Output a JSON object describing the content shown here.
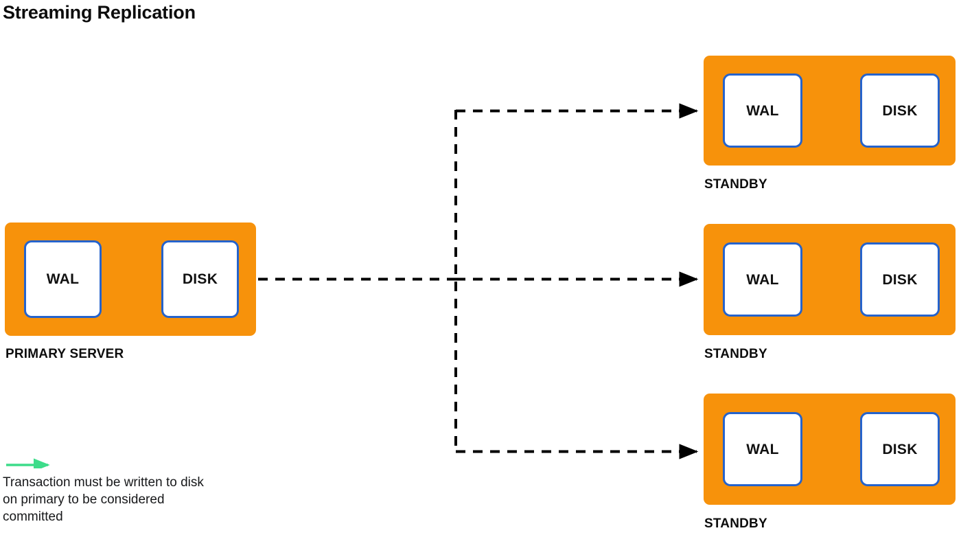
{
  "title": "Streaming Replication",
  "colors": {
    "server_fill": "#f7920b",
    "node_border": "#2563cc",
    "node_fill": "#ffffff",
    "sync_arrow": "#3ddc8a",
    "replication_arrow": "#000000",
    "text": "#111111",
    "background": "#ffffff"
  },
  "primary": {
    "label": "PRIMARY SERVER",
    "nodes": [
      {
        "label": "WAL"
      },
      {
        "label": "DISK"
      }
    ],
    "internal_arrow": {
      "name": "sync-write-arrow",
      "style": "solid",
      "color": "#3ddc8a",
      "from": "WAL",
      "to": "DISK"
    }
  },
  "standbys": [
    {
      "label": "STANDBY",
      "nodes": [
        {
          "label": "WAL"
        },
        {
          "label": "DISK"
        }
      ],
      "internal_arrow": {
        "name": "wal-replay-arrow",
        "style": "dashed",
        "color": "#000000",
        "from": "WAL",
        "to": "DISK"
      }
    },
    {
      "label": "STANDBY",
      "nodes": [
        {
          "label": "WAL"
        },
        {
          "label": "DISK"
        }
      ],
      "internal_arrow": {
        "name": "wal-replay-arrow",
        "style": "dashed",
        "color": "#000000",
        "from": "WAL",
        "to": "DISK"
      }
    },
    {
      "label": "STANDBY",
      "nodes": [
        {
          "label": "WAL"
        },
        {
          "label": "DISK"
        }
      ],
      "internal_arrow": {
        "name": "wal-replay-arrow",
        "style": "dashed",
        "color": "#000000",
        "from": "WAL",
        "to": "DISK"
      }
    }
  ],
  "replication_links": {
    "name": "streaming-replication-bus",
    "style": "dashed",
    "color": "#000000",
    "from": "PRIMARY SERVER DISK",
    "to": [
      "STANDBY 1 WAL",
      "STANDBY 2 WAL",
      "STANDBY 3 WAL"
    ]
  },
  "legend": {
    "arrow_name": "green-arrow-swatch",
    "arrow_color": "#3ddc8a",
    "text": "Transaction must be written to disk on primary to be considered committed"
  }
}
